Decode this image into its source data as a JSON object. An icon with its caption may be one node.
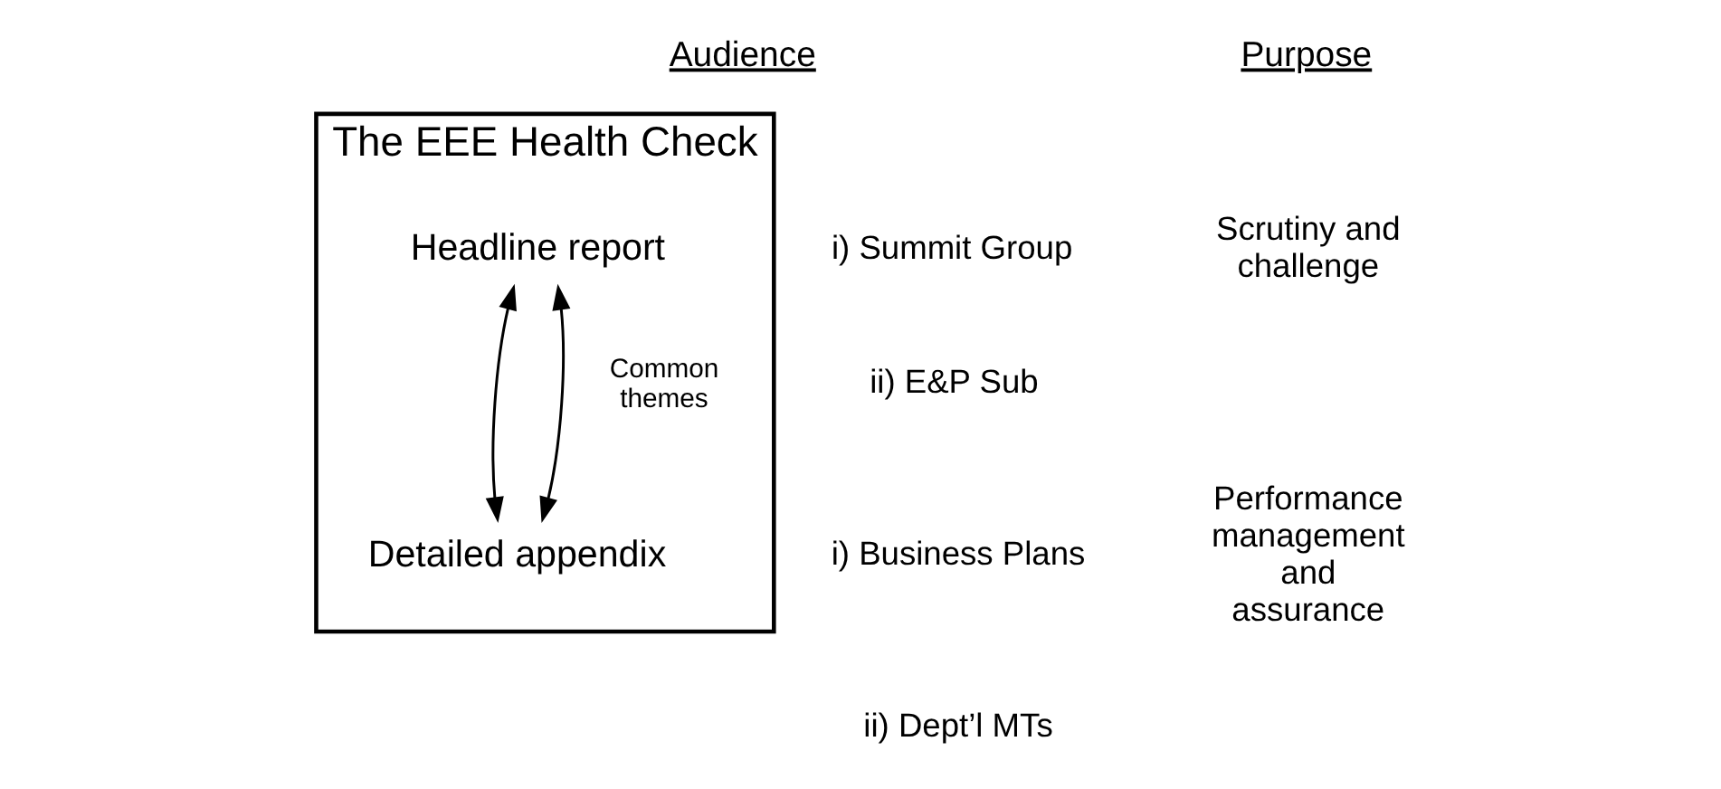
{
  "diagram": {
    "nodes": [
      {
        "text": [
          "The EEE Health Check"
        ]
      },
      {
        "text": [
          "Headline report"
        ],
        "in": 0
      },
      {
        "text": [
          "Detailed appendix"
        ],
        "in": 0
      }
    ],
    "edges": [
      {
        "from": 1,
        "to": 2,
        "arrow": "both"
      },
      {
        "from": 1,
        "to": 2,
        "arrow": "both"
      }
    ],
    "labels": [
      "Audience",
      "Purpose",
      "i) Summit Group",
      "ii) E&P Sub",
      "Scrutiny and challenge",
      "Common themes",
      "i) Business Plans",
      "ii) Dept’l MTs",
      "Performance management and assurance"
    ]
  }
}
